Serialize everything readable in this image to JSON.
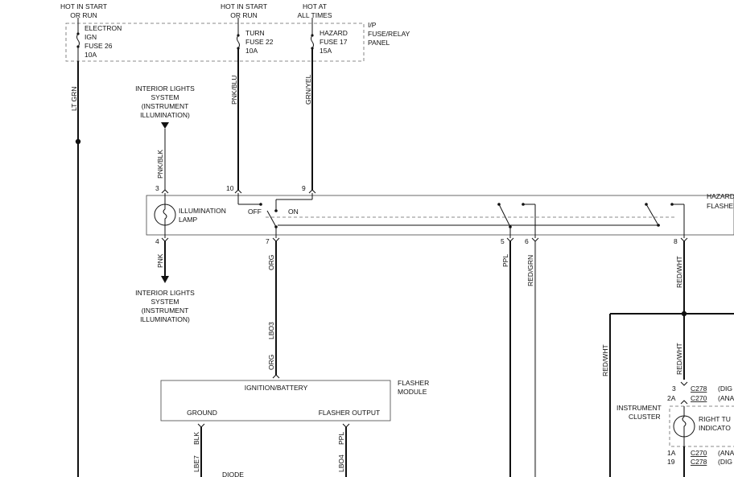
{
  "top_labels": {
    "hot_start_run_1": [
      "HOT IN START",
      "OR RUN"
    ],
    "hot_start_run_2": [
      "HOT IN START",
      "OR RUN"
    ],
    "hot_all_times": [
      "HOT AT",
      "ALL TIMES"
    ]
  },
  "fuse_panel": {
    "title": [
      "I/P",
      "FUSE/RELAY",
      "PANEL"
    ],
    "fuses": [
      {
        "lines": [
          "ELECTRON",
          "IGN",
          "FUSE 26",
          "10A"
        ]
      },
      {
        "lines": [
          "TURN",
          "FUSE 22",
          "10A"
        ]
      },
      {
        "lines": [
          "HAZARD",
          "FUSE 17",
          "15A"
        ]
      }
    ]
  },
  "wires": {
    "lt_grn": "LT GRN",
    "pnk_blu": "PNK/BLU",
    "grn_yel": "GRN/YEL",
    "pnk_blk": "PNK/BLK",
    "pnk": "PNK",
    "org_top": "ORG",
    "lbo3": "LBO3",
    "org_bottom": "ORG",
    "ppl": "PPL",
    "red_grn": "RED/GRN",
    "red_wht_1": "RED/WHT",
    "red_wht_2": "RED/WHT",
    "red_wht_3": "RED/WHT",
    "blk": "BLK",
    "lbe7": "LBE7",
    "ppl_bottom": "PPL",
    "lbo4": "LBO4"
  },
  "interior_lights_top": [
    "INTERIOR LIGHTS",
    "SYSTEM",
    "(INSTRUMENT",
    "ILLUMINATION)"
  ],
  "interior_lights_bottom": [
    "INTERIOR LIGHTS",
    "SYSTEM",
    "(INSTRUMENT",
    "ILLUMINATION)"
  ],
  "switch": {
    "pins_top": [
      "3",
      "10",
      "9"
    ],
    "pins_bottom": [
      "4",
      "7",
      "5",
      "6",
      "8"
    ],
    "illumination_lamp": [
      "ILLUMINATION",
      "LAMP"
    ],
    "off": "OFF",
    "on": "ON",
    "title": [
      "HAZARD",
      "FLASHER"
    ]
  },
  "flasher_module": {
    "title": [
      "FLASHER",
      "MODULE"
    ],
    "ignition_battery": "IGNITION/BATTERY",
    "ground": "GROUND",
    "flasher_output": "FLASHER OUTPUT",
    "diode": "DIODE"
  },
  "cluster": {
    "title": [
      "INSTRUMENT",
      "CLUSTER"
    ],
    "indicator": [
      "RIGHT TU",
      "INDICATO"
    ],
    "connectors": [
      {
        "pin": "3",
        "conn": "C278",
        "note": "(DIG"
      },
      {
        "pin": "2A",
        "conn": "C270",
        "note": "(ANA"
      },
      {
        "pin": "1A",
        "conn": "C270",
        "note": "(ANA"
      },
      {
        "pin": "19",
        "conn": "C278",
        "note": "(DIG"
      }
    ]
  }
}
